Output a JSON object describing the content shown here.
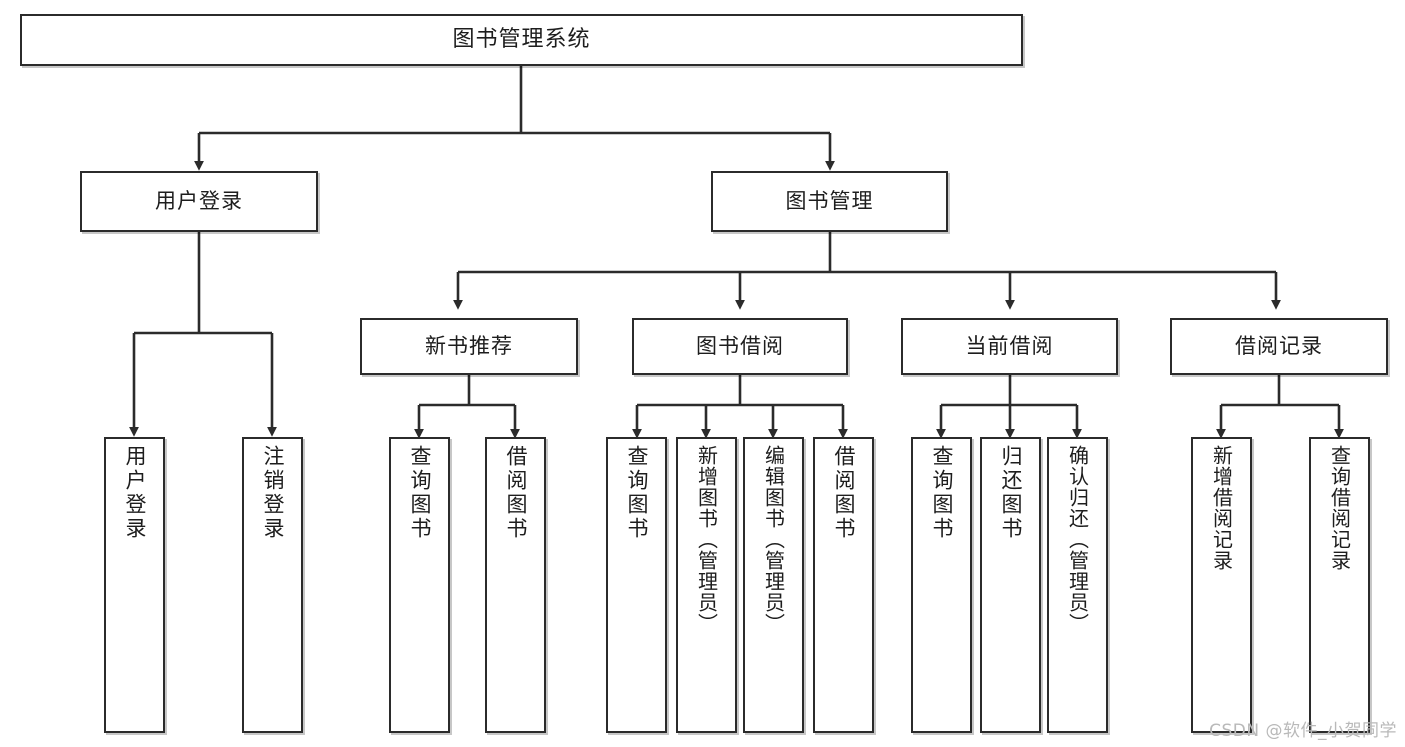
{
  "diagram": {
    "title": "图书管理系统",
    "type": "tree",
    "root": {
      "label": "图书管理系统"
    },
    "level2": [
      {
        "label": "用户登录"
      },
      {
        "label": "图书管理"
      }
    ],
    "level3": [
      {
        "label": "新书推荐"
      },
      {
        "label": "图书借阅"
      },
      {
        "label": "当前借阅"
      },
      {
        "label": "借阅记录"
      }
    ],
    "leaves": {
      "user_login": [
        {
          "label": "用户登录"
        },
        {
          "label": "注销登录"
        }
      ],
      "new_book_recommend": [
        {
          "label": "查询图书"
        },
        {
          "label": "借阅图书"
        }
      ],
      "book_borrow": [
        {
          "label": "查询图书"
        },
        {
          "label": "新增图书（管理员）"
        },
        {
          "label": "编辑图书（管理员）"
        },
        {
          "label": "借阅图书"
        }
      ],
      "current_borrow": [
        {
          "label": "查询图书"
        },
        {
          "label": "归还图书"
        },
        {
          "label": "确认归还（管理员）"
        }
      ],
      "borrow_record": [
        {
          "label": "新增借阅记录"
        },
        {
          "label": "查询借阅记录"
        }
      ]
    }
  },
  "watermark": {
    "text": "CSDN @软件_小贺同学"
  },
  "colors": {
    "border": "#2b2b2b",
    "text": "#1d1d1d",
    "background": "#ffffff",
    "watermark": "#b9b9b9"
  }
}
